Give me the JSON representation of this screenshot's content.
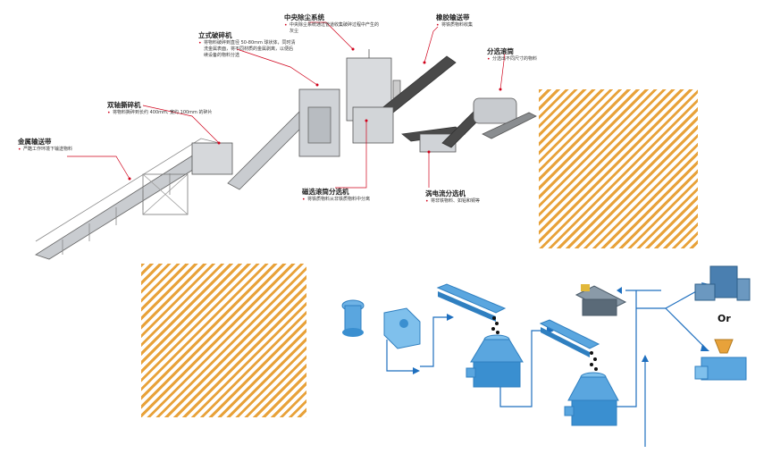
{
  "labels": {
    "central_dust": {
      "title": "中央除尘系统",
      "desc": "中央除尘系统通过管道收集破碎过程中产生的灰尘"
    },
    "rubber_conveyor": {
      "title": "橡胶输送带",
      "desc": "将铁质物料收集"
    },
    "vertical_crusher": {
      "title": "立式破碎机",
      "desc": "将物料破碎到直径 50-80mm 球状体，同时清洗金属表面，将不同材质的金属剥离，以便后续设备的物料分选"
    },
    "sorting_drum": {
      "title": "分选滚筒",
      "desc": "分选出不同尺寸的物料"
    },
    "twin_shaft_shredder": {
      "title": "双轴撕碎机",
      "desc": "将物料撕碎到长约 400mm, 宽约 100mm 的碎片"
    },
    "metal_conveyor": {
      "title": "金属输送带",
      "desc": "严酷工作环境下输送物料"
    },
    "magnetic_drum": {
      "title": "磁选滚筒分选机",
      "desc": "将铁质物料从非铁质物料中分离"
    },
    "eddy_current": {
      "title": "涡电流分选机",
      "desc": "将非铁物料、如铝和铜等"
    }
  },
  "or_label": "Or",
  "colors": {
    "accent": "#d0021b",
    "machine_blue": "#3a8fd0",
    "flow_line": "#1e6fbf",
    "hatch": "#e8a23a"
  }
}
